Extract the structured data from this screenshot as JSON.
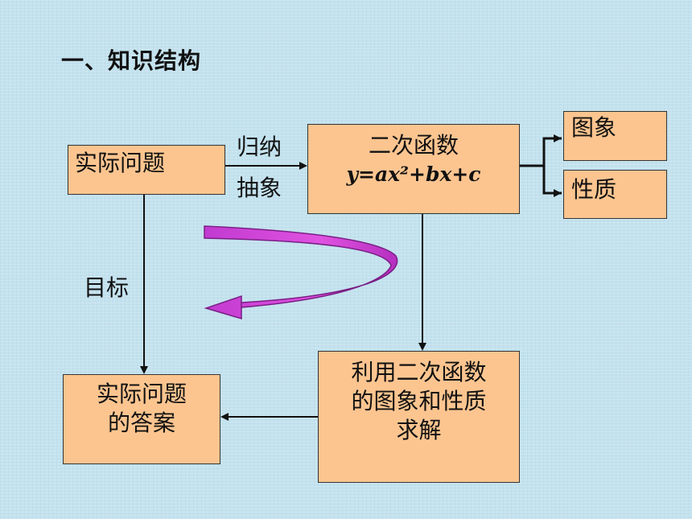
{
  "heading": "一、知识结构",
  "boxes": {
    "real_problem": "实际问题",
    "quadratic": {
      "line1": "二次函数",
      "formula": "y=ax²+bx+c"
    },
    "graph": "图象",
    "property": "性质",
    "solve": {
      "line1": "利用二次函数",
      "line2": "的图象和性质",
      "line3": "求解"
    },
    "answer": {
      "line1": "实际问题",
      "line2": "的答案"
    }
  },
  "labels": {
    "induce": "归纳",
    "abstract": "抽象",
    "goal": "目标"
  },
  "colors": {
    "background": "#c3e2ee",
    "box_fill": "#fcc590",
    "curved_arrow": "#d63ad6"
  }
}
